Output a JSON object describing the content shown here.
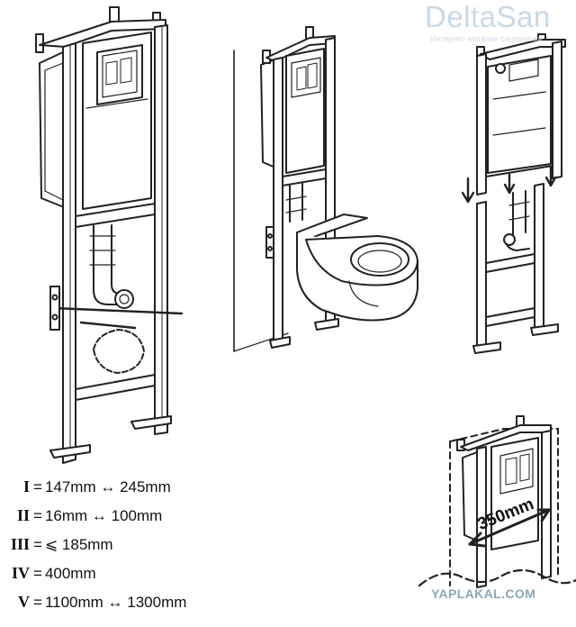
{
  "branding": {
    "logo_text": "DeltaSan",
    "logo_subtitle": "Интернет-магазин сантехники"
  },
  "legend": [
    {
      "numeral": "I",
      "text": "147mm ↔ 245mm"
    },
    {
      "numeral": "II",
      "text": "16mm ↔ 100mm"
    },
    {
      "numeral": "III",
      "text": "⩽ 185mm"
    },
    {
      "numeral": "IV",
      "text": "400mm"
    },
    {
      "numeral": "V",
      "text": "1100mm ↔ 1300mm"
    }
  ],
  "dimension_label": "350mm",
  "watermark": "YAPLAKAL.COM"
}
